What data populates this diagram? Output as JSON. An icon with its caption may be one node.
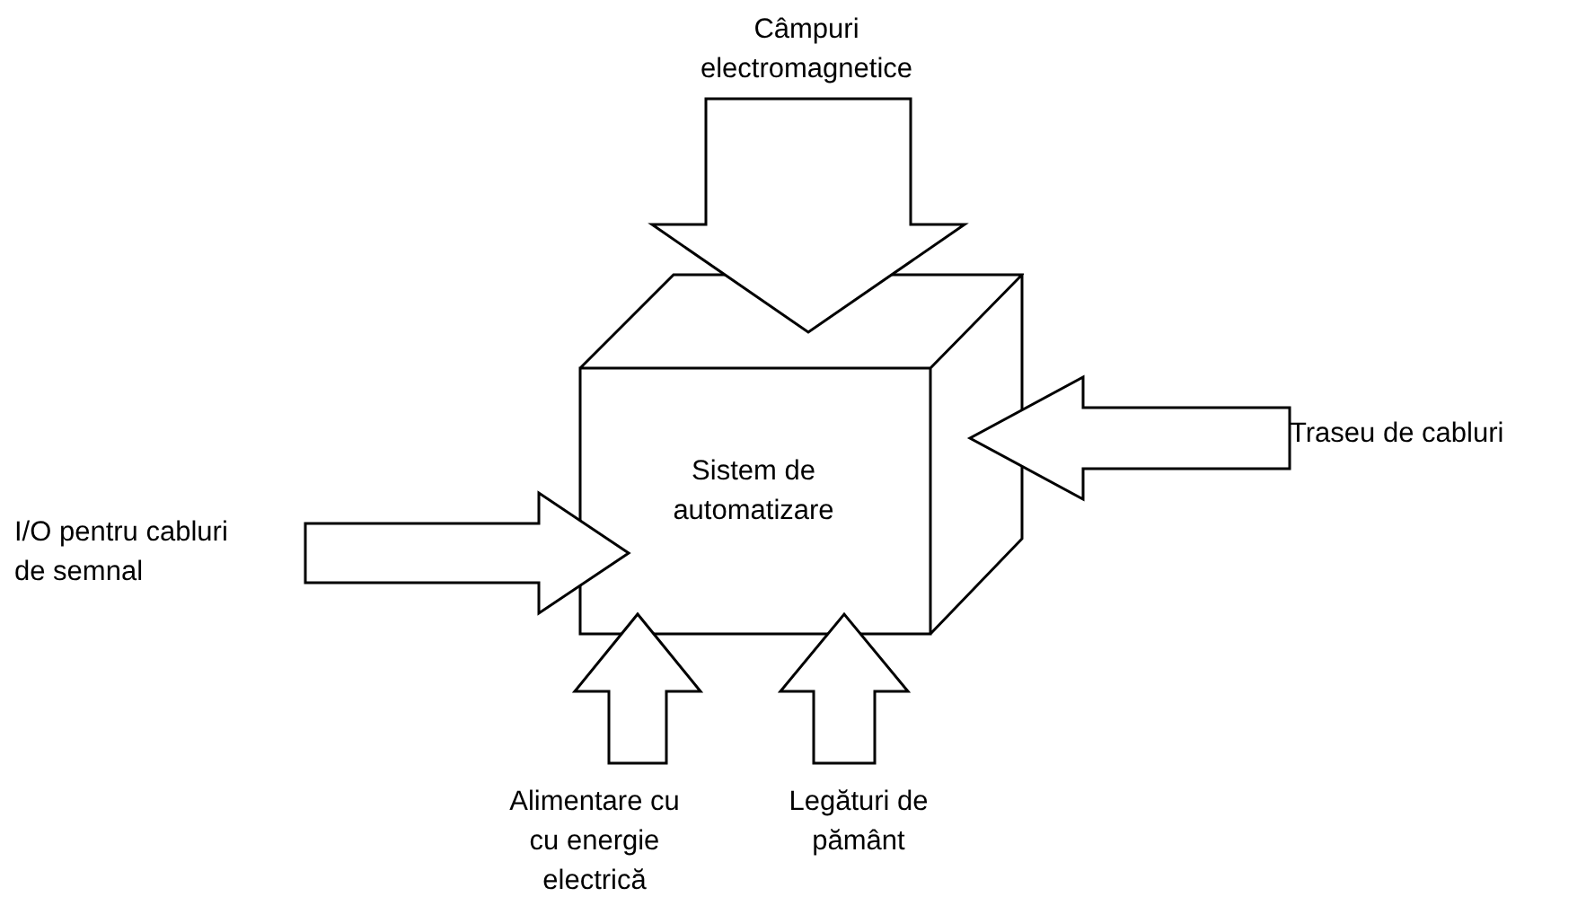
{
  "diagram": {
    "nodes": [
      {
        "text": [
          "Sistem de automatizare"
        ]
      },
      {
        "text": [
          "Câmpuri electromagnetice"
        ]
      },
      {
        "text": [
          "Traseu de cabluri"
        ]
      },
      {
        "text": [
          "I/O pentru cabluri de semnal"
        ]
      },
      {
        "text": [
          "Alimentare cu cu energie electrică"
        ]
      },
      {
        "text": [
          "Legături de pământ"
        ]
      }
    ],
    "edges": [
      {
        "from": 1,
        "to": 0,
        "arrow": "to",
        "style": "thick"
      },
      {
        "from": 2,
        "to": 0,
        "arrow": "to",
        "style": "thick"
      },
      {
        "from": 3,
        "to": 0,
        "arrow": "to",
        "style": "thick"
      },
      {
        "from": 4,
        "to": 0,
        "arrow": "to",
        "style": "thick"
      },
      {
        "from": 5,
        "to": 0,
        "arrow": "to",
        "style": "thick"
      }
    ]
  }
}
